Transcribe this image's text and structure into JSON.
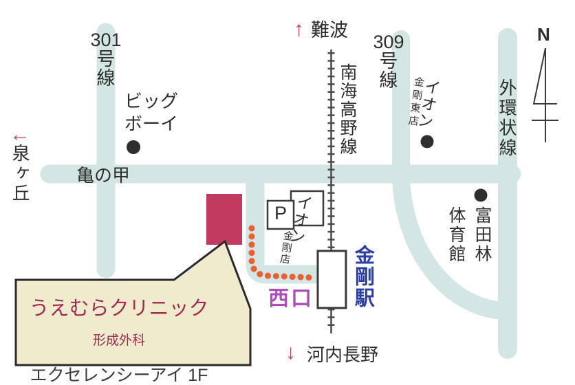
{
  "roads": {
    "route_301": "301\n号\n線",
    "route_309": "309\n号\n線",
    "outer_ring_road": "外環状線",
    "kamenoko": "亀の甲"
  },
  "railway": {
    "line_name": "南海高野線",
    "station_name": "金剛駅",
    "west_exit": "西口"
  },
  "directions": {
    "north_arrow": "↑",
    "north_label": "難波",
    "south_arrow": "↓",
    "south_label": "河内長野",
    "west_arrow": "←",
    "west_label": "泉ヶ丘"
  },
  "landmarks": {
    "big_boy": "ビッグ\nボーイ",
    "aeon_higashi_name": "イオン",
    "aeon_higashi_branch": "金剛東店",
    "aeon_kongo_name": "イオン",
    "aeon_kongo_branch": "金剛店",
    "parking": "P",
    "gym": "富田林体育館"
  },
  "compass": {
    "north": "N"
  },
  "callout": {
    "clinic_name": "うえむらクリニック",
    "department": "形成外科",
    "building_floor": "エクセレンシーアイ 1F"
  },
  "colors": {
    "road": "#d3e6e3",
    "railway": "#4a4a4a",
    "clinic_marker": "#c23a60",
    "route_dots": "#ea5f33",
    "station_text": "#2b3ea6",
    "west_exit_text": "#a94fb5",
    "direction_arrow": "#c8416e",
    "callout_background": "#f0ebcd",
    "callout_text": "#9e2b52"
  }
}
